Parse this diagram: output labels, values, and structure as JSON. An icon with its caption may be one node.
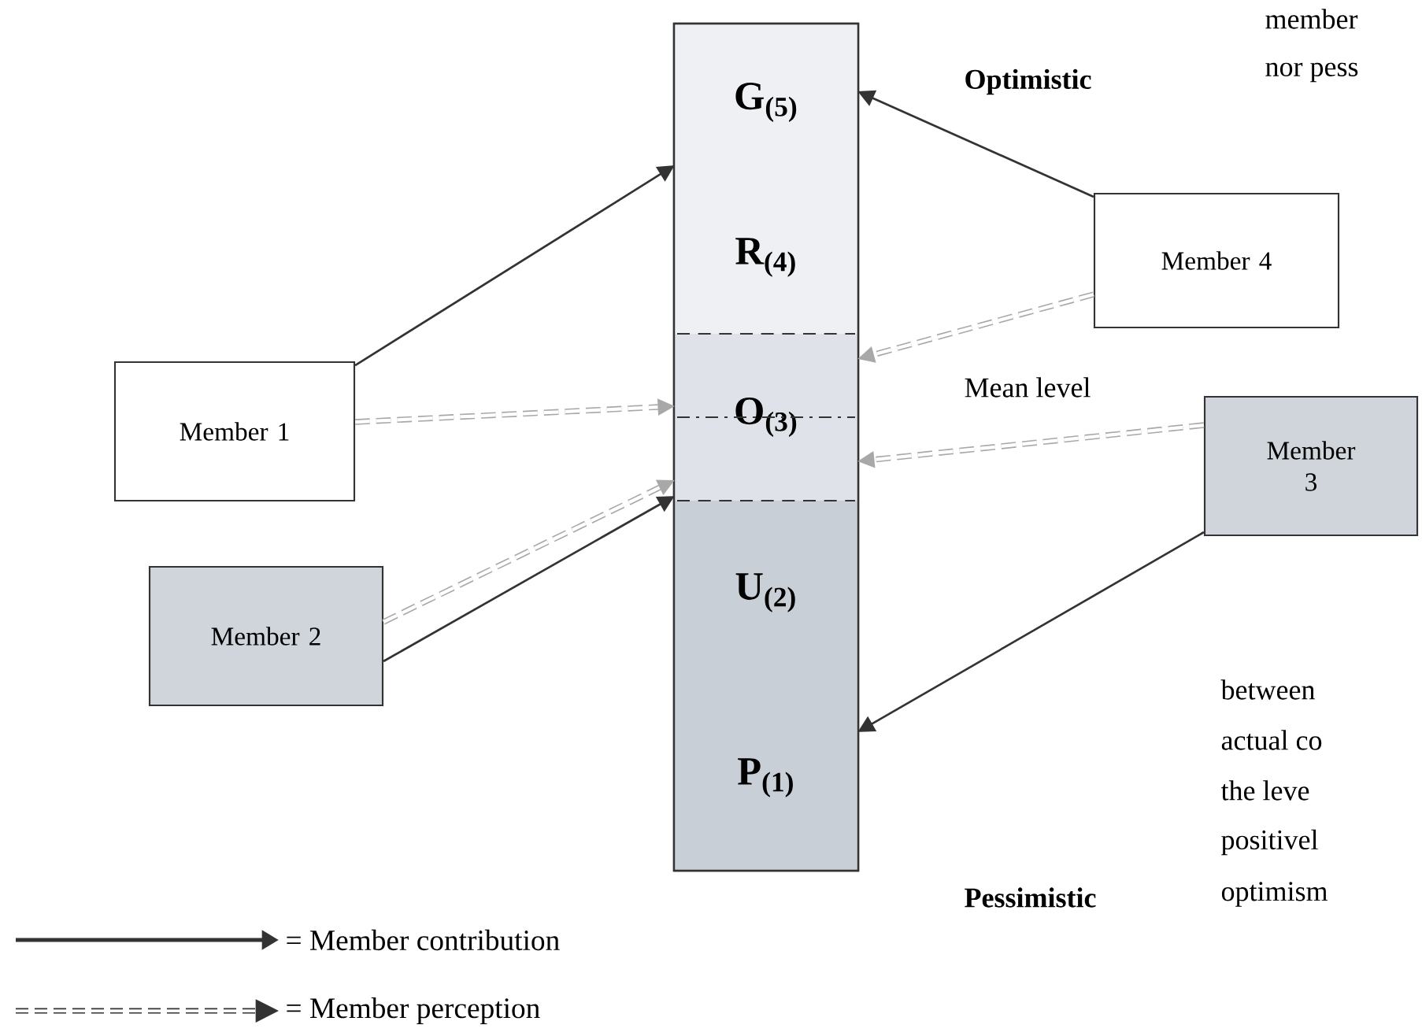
{
  "diagram": {
    "nodes": [
      {
        "text": [],
        "shape": "bar"
      },
      {
        "text": [
          "G$_{(5)}$"
        ],
        "in": 0
      },
      {
        "text": [
          "R$_{(4)}$"
        ],
        "in": 0
      },
      {
        "text": [
          "O$_{(3)}$"
        ],
        "in": 0
      },
      {
        "text": [
          "U$_{(2)}$"
        ],
        "in": 0
      },
      {
        "text": [
          "P$_{(1)}$"
        ],
        "in": 0
      },
      {
        "text": [
          "Member 1"
        ]
      },
      {
        "text": [
          "Member 2"
        ]
      },
      {
        "text": [
          "Member 3"
        ]
      },
      {
        "text": [
          "Member 4"
        ]
      }
    ],
    "edges": [
      {
        "from": 6,
        "to": 1,
        "arrow": "to"
      },
      {
        "from": 6,
        "to": 3,
        "arrow": "to",
        "style": "dashed",
        "color": "#a8a8a8"
      },
      {
        "from": 7,
        "to": 3,
        "arrow": "to",
        "style": "dashed",
        "color": "#a8a8a8"
      },
      {
        "from": 7,
        "to": 3,
        "arrow": "to"
      },
      {
        "from": 8,
        "to": 3,
        "arrow": "to",
        "style": "dashed",
        "color": "#a8a8a8"
      },
      {
        "from": 8,
        "to": 5,
        "arrow": "to"
      },
      {
        "from": 9,
        "to": 1,
        "arrow": "to"
      },
      {
        "from": 9,
        "to": 3,
        "arrow": "to",
        "style": "dashed",
        "color": "#a8a8a8"
      }
    ],
    "labels": [
      "member",
      "nor pess",
      "Optimistic",
      "Mean level",
      "between",
      "actual co",
      "the leve",
      "positivel",
      "Pessimistic",
      "optimism"
    ],
    "legend": [
      {
        "text": "= Member contribution"
      },
      {
        "text": "= Member perception"
      }
    ]
  }
}
